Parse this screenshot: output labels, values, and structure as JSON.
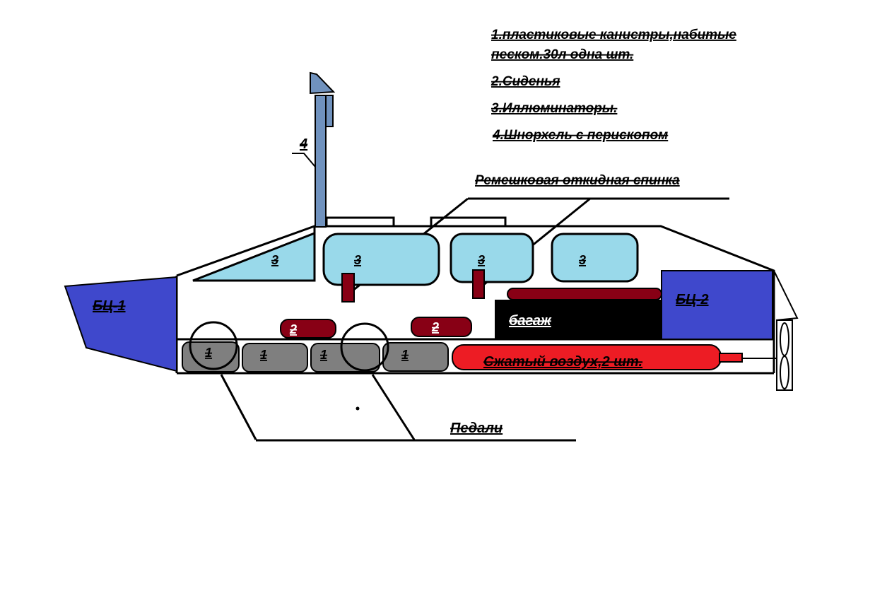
{
  "legend": {
    "item1_line1": "1.пластиковые канистры,набитые",
    "item1_line2": "песком.30л одна шт.",
    "item2": "2.Сиденья",
    "item3": "3.Иллюминаторы.",
    "item4": "4.Шнорхель с перископом"
  },
  "labels": {
    "backrest": "Ремешковая откидная спинка",
    "ballast_front": "БЦ-1",
    "ballast_rear": "БЦ-2",
    "luggage": "багаж",
    "air": "Сжатый воздух,2 шт.",
    "pedals": "Педали",
    "snorkel_num": "4",
    "canister_num": "1",
    "seat_num": "2",
    "window_num": "3"
  },
  "colors": {
    "ballast": "#3f48cc",
    "window": "#99d9ea",
    "seat": "#880015",
    "canister": "#7f7f7f",
    "air": "#ed1c24",
    "luggage": "#000000",
    "snorkel": "#7092be"
  }
}
